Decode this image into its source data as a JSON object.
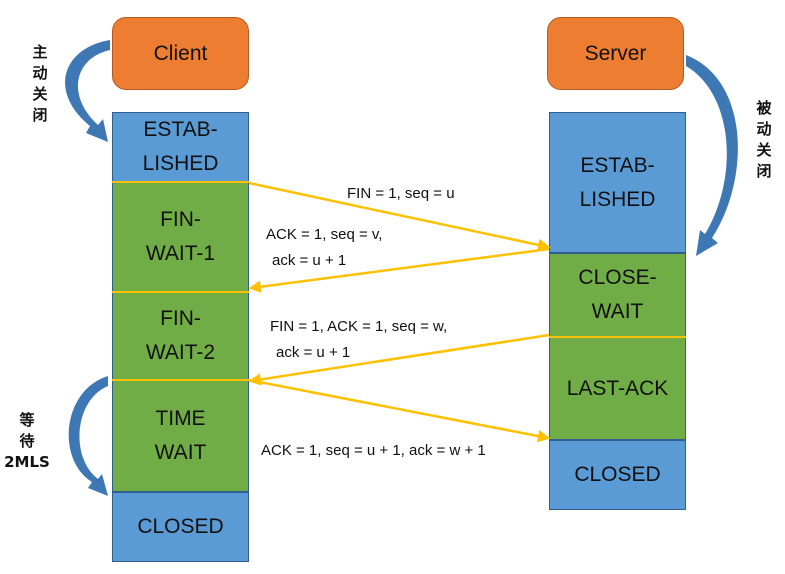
{
  "client": {
    "title": "Client",
    "note": "主动关闭",
    "wait_note": [
      "等",
      "待",
      "2MLS"
    ],
    "states": [
      {
        "lines": [
          "ESTAB-",
          "LISHED"
        ],
        "color": "blue"
      },
      {
        "lines": [
          "FIN-",
          "WAIT-1"
        ],
        "color": "green"
      },
      {
        "lines": [
          "FIN-",
          "WAIT-2"
        ],
        "color": "green"
      },
      {
        "lines": [
          "TIME",
          "WAIT"
        ],
        "color": "green"
      },
      {
        "lines": [
          "CLOSED"
        ],
        "color": "blue"
      }
    ]
  },
  "server": {
    "title": "Server",
    "note": "被动关闭",
    "states": [
      {
        "lines": [
          "ESTAB-",
          "LISHED"
        ],
        "color": "blue"
      },
      {
        "lines": [
          "CLOSE-",
          "WAIT"
        ],
        "color": "green"
      },
      {
        "lines": [
          "LAST-ACK"
        ],
        "color": "green"
      },
      {
        "lines": [
          "CLOSED"
        ],
        "color": "blue"
      }
    ]
  },
  "messages": [
    {
      "lines": [
        "FIN = 1, seq = u"
      ]
    },
    {
      "lines": [
        "ACK = 1, seq = v,",
        "ack = u + 1"
      ]
    },
    {
      "lines": [
        "FIN = 1, ACK = 1, seq = w,",
        "ack = u + 1"
      ]
    },
    {
      "lines": [
        "ACK = 1, seq = u + 1, ack = w + 1"
      ]
    }
  ],
  "colors": {
    "state_blue": "#5b9bd5",
    "state_green": "#70ad47",
    "pill_orange": "#ed7d31",
    "arrow_yellow": "#ffc000",
    "curve_blue": "#3d78b5"
  }
}
